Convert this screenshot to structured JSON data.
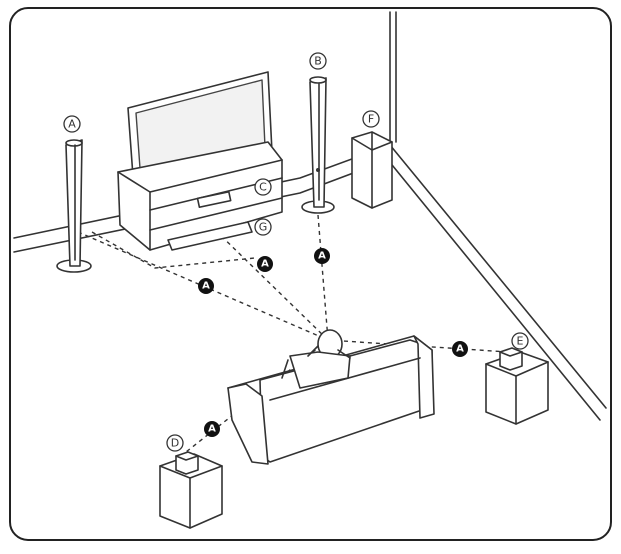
{
  "labels": {
    "front_left": "A",
    "front_right": "B",
    "center": "C",
    "surround_left": "D",
    "surround_right": "E",
    "subwoofer": "F",
    "player_unit": "G",
    "distance": "A"
  },
  "colors": {
    "line": "#333333",
    "background": "#ffffff",
    "badge": "#111111"
  }
}
